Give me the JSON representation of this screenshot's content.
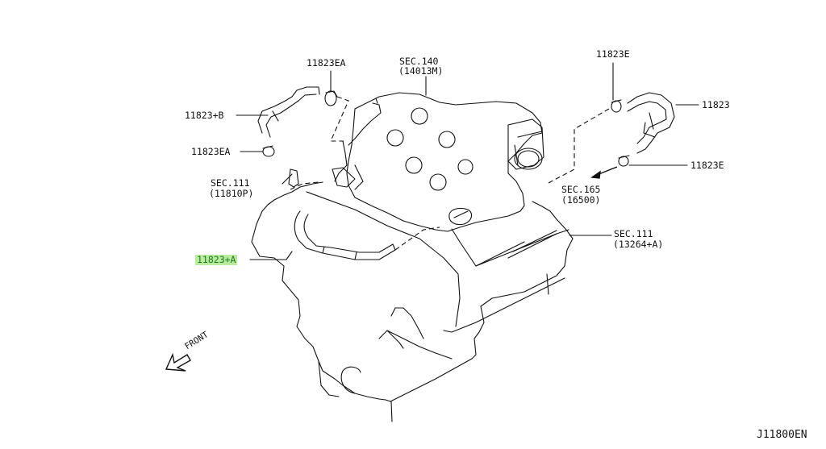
{
  "diagram": {
    "diagram_id": "J11800EN",
    "front_label": "FRONT",
    "highlight_color": "#b9ec9e",
    "callouts": [
      {
        "id": "11823EA-top",
        "text": "11823EA"
      },
      {
        "id": "11823+B",
        "text": "11823+B"
      },
      {
        "id": "11823EA-left",
        "text": "11823EA"
      },
      {
        "id": "sec140",
        "text": "SEC.140",
        "sub": "(14013M)"
      },
      {
        "id": "sec111-left",
        "text": "SEC.111",
        "sub": "(11810P)"
      },
      {
        "id": "11823+A",
        "text": "11823+A",
        "highlighted": true
      },
      {
        "id": "11823E-top",
        "text": "11823E"
      },
      {
        "id": "11823",
        "text": "11823"
      },
      {
        "id": "11823E-bottom",
        "text": "11823E"
      },
      {
        "id": "sec165",
        "text": "SEC.165",
        "sub": "(16500)"
      },
      {
        "id": "sec111-right",
        "text": "SEC.111",
        "sub": "(13264+A)"
      }
    ]
  }
}
